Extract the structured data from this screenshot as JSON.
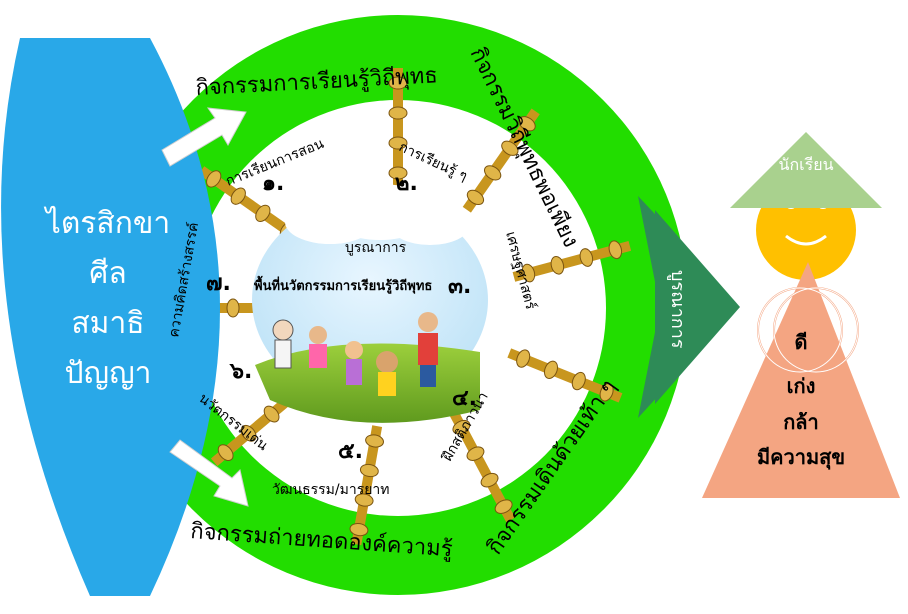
{
  "left_panel": {
    "lines": [
      "ไตรสิกขา",
      "ศีล",
      "สมาธิ",
      "ปัญญา"
    ]
  },
  "ring_labels": {
    "top": "กิจกรรมการเรียนรู้วิถีพุทธ",
    "right_top": "กิจกรรมวิถีพุทธพอเพียง",
    "bottom_right": "กิจกรรมเดินด้วยเท้า ๆ",
    "bottom": "กิจกรรมถ่ายทอดองค์ความรู้"
  },
  "arrow_label": "บูรณาการ",
  "center": {
    "title": "บูรณาการ",
    "subtitle": "พื้นที่นวัตกรรมการเรียนรู้วิถีพุทธ"
  },
  "segments": [
    {
      "number": "๑.",
      "label": "การเรียนการสอน"
    },
    {
      "number": "๒.",
      "label": "การเรียนรู้ ๆ"
    },
    {
      "number": "๓.",
      "label": "เศรษฐศาสตร์"
    },
    {
      "number": "๔.",
      "label": "ฝึกสติภาวนา"
    },
    {
      "number": "๕.",
      "label": "วัฒนธรรม/มารยาท"
    },
    {
      "number": "๖.",
      "label": "นวัตกรรมเด่น"
    },
    {
      "number": "๗.",
      "label": "ความคิดสร้างสรรค์"
    }
  ],
  "figure": {
    "hat_label": "นักเรียน",
    "body_lines": [
      "ดี",
      "เก่ง",
      "กล้า",
      "มีความสุข"
    ]
  },
  "colors": {
    "ring_green": "#22dd00",
    "left_blue": "#29a8e8",
    "arrow_teal": "#2e8b57",
    "hat_green": "#a9d18e",
    "face_yellow": "#ffc000",
    "body_salmon": "#f4a582",
    "pillar_gold": "#c8961e"
  }
}
